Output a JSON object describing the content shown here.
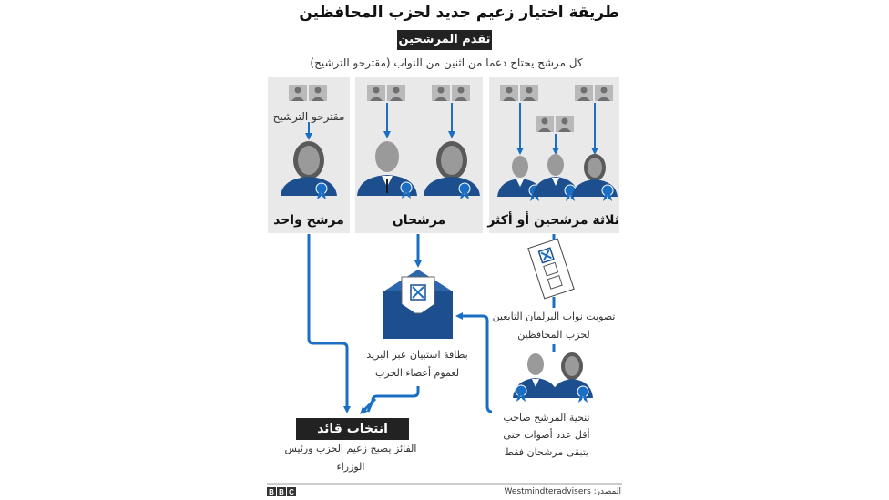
{
  "title": "طريقة اختيار زعيم جديد لحزب المحافظين",
  "nominations_header": "تقدم المرشحين",
  "nominations_note": "كل مرشح يحتاج دعما من اثنين من النواب (مقترحو الترشيح)",
  "panels": {
    "one": {
      "label": "مرشح واحد",
      "nominators_label": "مقترحو الترشيح"
    },
    "two": {
      "label": "مرشحان"
    },
    "three": {
      "label": "ثلاثة مرشحين أو أكثر"
    }
  },
  "mp_vote": {
    "line1": "تصويت نواب البرلمان التابعين",
    "line2": "لحزب المحافظين"
  },
  "elimination": {
    "line1": "تنحية المرشح صاحب",
    "line2": "أقل عدد أصوات حتى",
    "line3": "يتبقى مرشحان فقط"
  },
  "postal_ballot": {
    "line1": "بطاقة استبيان عبر البريد",
    "line2": "لعموم أعضاء الحزب"
  },
  "leader": {
    "title": "انتخاب قائد الحزب",
    "line1": "الفائز يصبح زعيم الحزب ورئيس",
    "line2": "الوزراء"
  },
  "footer": {
    "source": "المصدر: Westmindteradvisers",
    "logo_letters": [
      "B",
      "B",
      "C"
    ]
  },
  "colors": {
    "accent": "#1a6fc4",
    "navy": "#1d4f8f",
    "panel": "#e9e9e9",
    "person_grey": "#8a8a8a"
  }
}
